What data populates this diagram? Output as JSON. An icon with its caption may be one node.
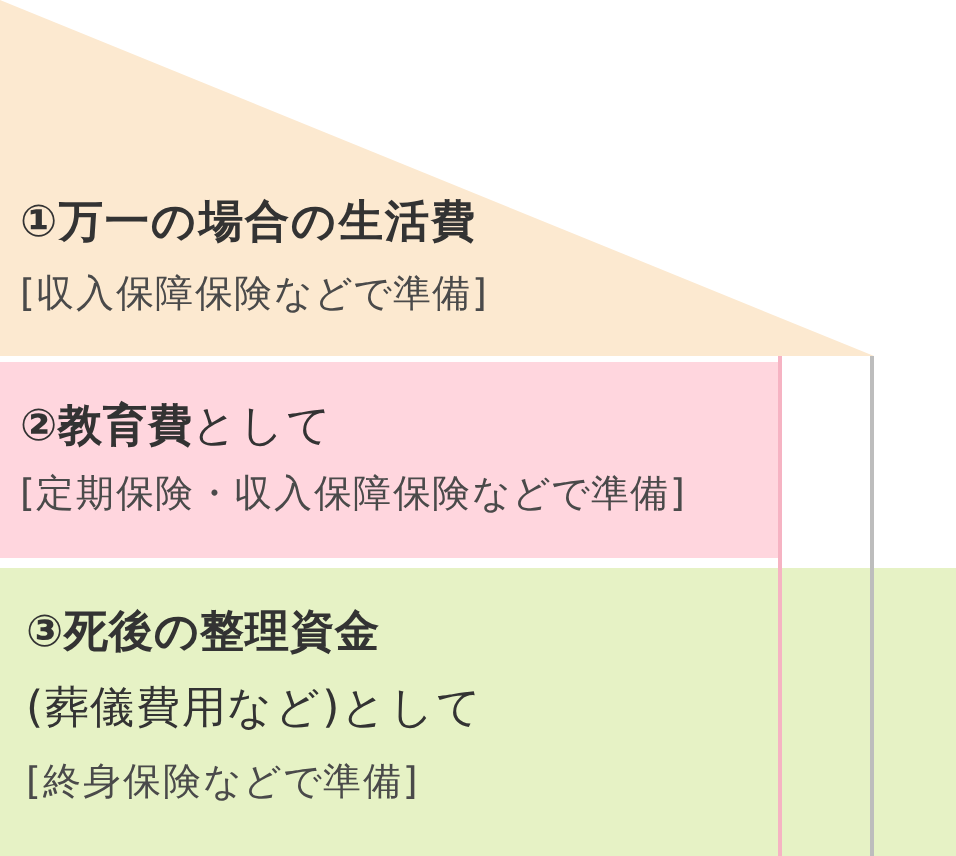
{
  "diagram": {
    "nodes": [
      {
        "text": [
          "①万一の場合の生活費",
          "[収入保障保険などで準備]"
        ]
      },
      {
        "text": [
          "**②教育費**として",
          "[定期保険・収入保障保険などで準備]"
        ]
      },
      {
        "text": [
          "③死後の整理資金",
          "(葬儀費用など)として",
          "[終身保険などで準備]"
        ]
      }
    ]
  }
}
